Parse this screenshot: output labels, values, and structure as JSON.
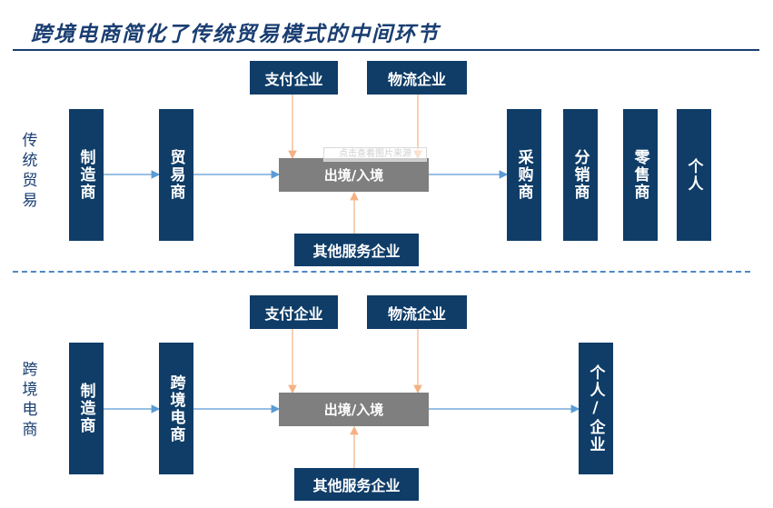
{
  "title": "跨境电商简化了传统贸易模式的中间环节",
  "colors": {
    "box": "#0f3d68",
    "hub": "#7f7f7f",
    "arrow": "#5b9bd5",
    "service_arrow": "#f4b183",
    "title": "#1a3e72"
  },
  "traditional": {
    "row_label": "传统\n贸易",
    "manufacturer": "制造商",
    "trader": "贸易商",
    "payment": "支付企业",
    "logistics": "物流企业",
    "hub": "出境/入境",
    "other_services": "其他服务企业",
    "buyer": "采购商",
    "distributor": "分销商",
    "retailer": "零售商",
    "individual": "个人",
    "watermark": "点击查看图片来源"
  },
  "ecommerce": {
    "row_label": "跨境\n电商",
    "manufacturer": "制造商",
    "platform": "跨境电商",
    "payment": "支付企业",
    "logistics": "物流企业",
    "hub": "出境/入境",
    "other_services": "其他服务企业",
    "end_customer": "个人/企业"
  }
}
